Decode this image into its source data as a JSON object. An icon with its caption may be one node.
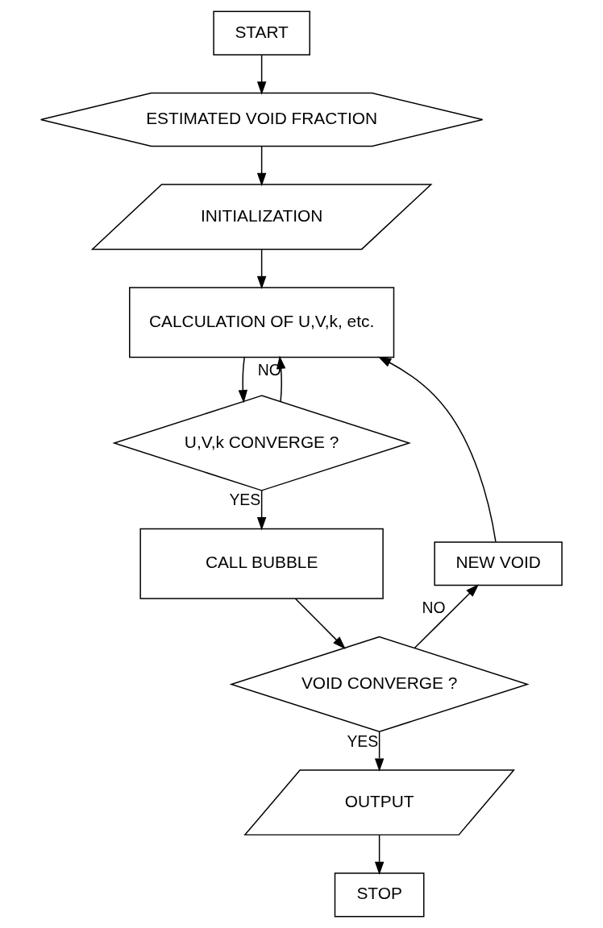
{
  "diagram": {
    "nodes": [
      {
        "text": [
          "START"
        ]
      },
      {
        "text": [
          "ESTIMATED VOID FRACTION"
        ]
      },
      {
        "text": [
          "INITIALIZATION"
        ]
      },
      {
        "text": [
          "CALCULATION OF U,V,k, etc."
        ]
      },
      {
        "text": [
          "U,V,k CONVERGE ?"
        ]
      },
      {
        "text": [
          "CALL BUBBLE"
        ]
      },
      {
        "text": [
          "VOID CONVERGE ?"
        ]
      },
      {
        "text": [
          "OUTPUT"
        ]
      },
      {
        "text": [
          "STOP"
        ]
      },
      {
        "text": [
          "NEW VOID"
        ]
      }
    ],
    "edges": [
      {
        "from": 0,
        "to": 1,
        "arrow": "to"
      },
      {
        "from": 1,
        "to": 2,
        "arrow": "to"
      },
      {
        "from": 2,
        "to": 3,
        "arrow": "to"
      },
      {
        "from": 3,
        "to": 4,
        "arrow": "to"
      },
      {
        "from": 4,
        "to": 3,
        "arrow": "to",
        "label": "NO"
      },
      {
        "from": 4,
        "to": 5,
        "arrow": "to",
        "label": "YES"
      },
      {
        "from": 5,
        "to": 6,
        "arrow": "to"
      },
      {
        "from": 6,
        "to": 9,
        "arrow": "to",
        "label": "NO"
      },
      {
        "from": 9,
        "to": 3,
        "arrow": "to"
      },
      {
        "from": 6,
        "to": 7,
        "arrow": "to",
        "label": "YES"
      },
      {
        "from": 7,
        "to": 8,
        "arrow": "to"
      }
    ]
  }
}
